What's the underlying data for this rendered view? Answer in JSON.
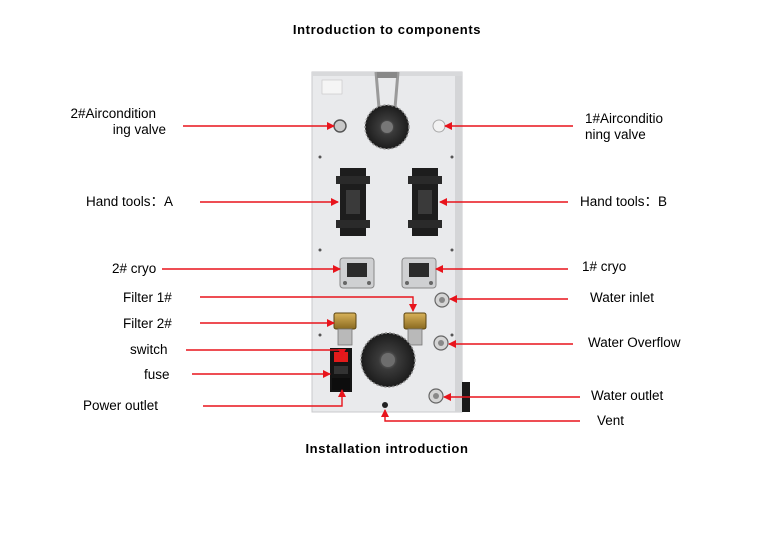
{
  "header": {
    "title": "Introduction to components"
  },
  "footer": {
    "caption": "Installation introduction"
  },
  "labels": {
    "left": {
      "valve2_a": "2#Aircondition",
      "valve2_b": "ing valve",
      "hand_a": "Hand tools：A",
      "cryo2": "2# cryo",
      "filter1": "Filter 1#",
      "filter2": "Filter 2#",
      "switch": "switch",
      "fuse": "fuse",
      "power_outlet": "Power outlet"
    },
    "right": {
      "valve1_a": "1#Airconditio",
      "valve1_b": "ning valve",
      "hand_b": "Hand tools：B",
      "cryo1": "1# cryo",
      "water_inlet": "Water inlet",
      "water_overflow": "Water Overflow",
      "water_outlet": "Water outlet",
      "vent": "Vent"
    }
  },
  "colors": {
    "arrow": "#e8141c",
    "panel": "#e9eaec",
    "panel_edge": "#c9cacc"
  }
}
